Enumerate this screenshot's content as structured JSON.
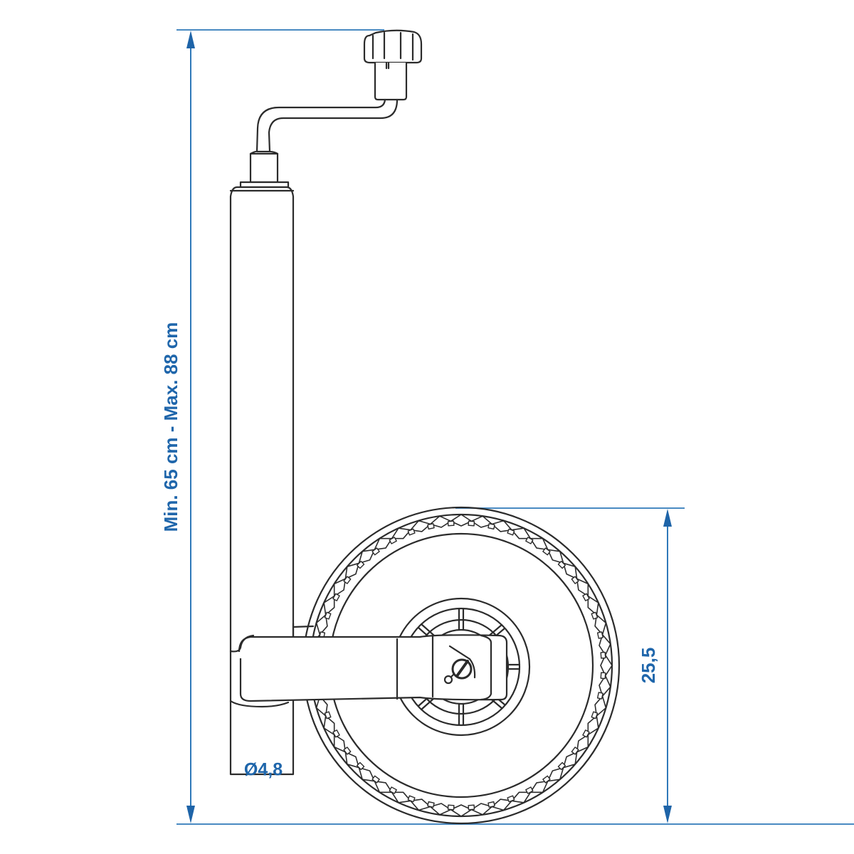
{
  "drawing": {
    "subject": "Jockey wheel (trailer support wheel) with crank handle and clamp bracket",
    "line_color": "#2b2b2b",
    "dimension_color": "#1f66ab",
    "background": "#ffffff"
  },
  "dimensions": {
    "overall_height": {
      "label": "Min. 65 cm - Max. 88 cm",
      "orientation": "vertical"
    },
    "wheel_diameter": {
      "label": "25,5",
      "orientation": "vertical"
    },
    "tube_diameter": {
      "label": "Ø4,8",
      "orientation": "horizontal"
    }
  },
  "parts": [
    {
      "name": "crank-knob"
    },
    {
      "name": "crank-handle"
    },
    {
      "name": "support-tube"
    },
    {
      "name": "fork-bracket"
    },
    {
      "name": "locking-pin"
    },
    {
      "name": "wheel-rim"
    },
    {
      "name": "tyre"
    }
  ]
}
